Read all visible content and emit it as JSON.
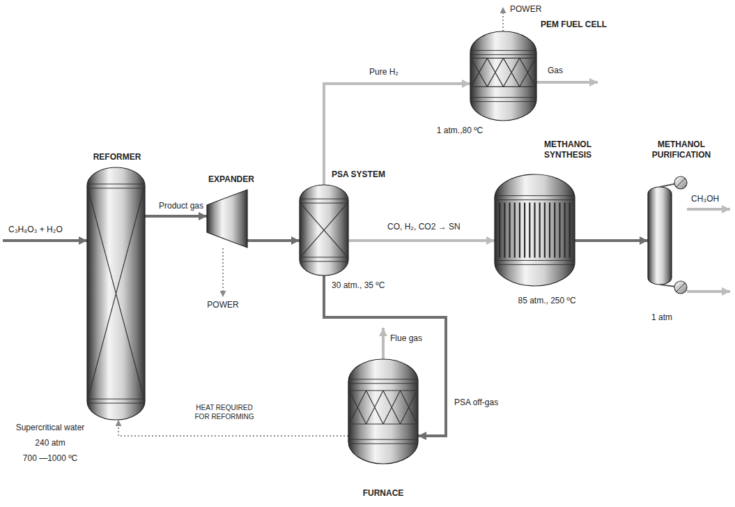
{
  "diagram": {
    "nodes": [
      {
        "text": [
          "REFORMER",
          "Supercritical water",
          "240 atm",
          "700 —1000 ºC"
        ]
      },
      {
        "text": [
          "EXPANDER"
        ]
      },
      {
        "text": [
          "PSA SYSTEM",
          "30 atm., 35 ºC"
        ]
      },
      {
        "text": [
          "PEM FUEL CELL",
          "1 atm.,80 ºC"
        ]
      },
      {
        "text": [
          "METHANOL SYNTHESIS",
          "85 atm., 250 ºC"
        ]
      },
      {
        "text": [
          "METHANOL PURIFICATION",
          "1 atm"
        ]
      },
      {
        "text": [
          "FURNACE"
        ]
      }
    ],
    "edges": [
      {
        "from": 0,
        "to": 1,
        "label": "Product gas",
        "arrow": "to"
      },
      {
        "from": 1,
        "to": 2,
        "arrow": "to"
      },
      {
        "from": 2,
        "to": 3,
        "label": "Pure H₂",
        "arrow": "to"
      },
      {
        "from": 2,
        "to": 4,
        "label": "CO, H₂, CO2 → SN",
        "arrow": "to"
      },
      {
        "from": 4,
        "to": 5,
        "arrow": "to"
      },
      {
        "from": 2,
        "to": 6,
        "label": "PSA off-gas",
        "arrow": "to"
      },
      {
        "from": 6,
        "to": 0,
        "label": "HEAT REQUIRED FOR REFORMING",
        "arrow": "to"
      }
    ],
    "labels": [
      "C₃H₈O₃ + H₂O",
      "POWER",
      "POWER",
      "Gas",
      "Flue gas",
      "CH₃OH"
    ]
  }
}
